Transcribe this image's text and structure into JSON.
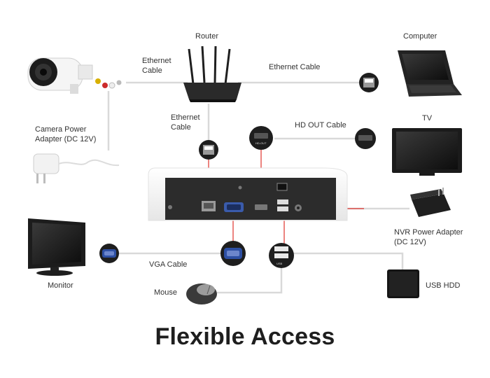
{
  "labels": {
    "router": "Router",
    "computer": "Computer",
    "ethernet_cable_left_line1": "Ethernet",
    "ethernet_cable_left_line2": "Cable",
    "ethernet_cable_right": "Ethernet Cable",
    "ethernet_cable_mid_line1": "Ethernet",
    "ethernet_cable_mid_line2": "Cable",
    "tv": "TV",
    "hd_out_cable": "HD OUT Cable",
    "camera_power_line1": "Camera Power",
    "camera_power_line2": "Adapter (DC 12V)",
    "nvr_power_line1": "NVR Power Adapter",
    "nvr_power_line2": "(DC 12V)",
    "vga_cable": "VGA Cable",
    "monitor": "Monitor",
    "mouse": "Mouse",
    "usb_hdd": "USB HDD",
    "usb_port": "USB",
    "hd_out_plug": "HD-OUT"
  },
  "caption": "Flexible Access",
  "colors": {
    "cable_gray": "#d9d9d9",
    "connector_red": "#e0322b",
    "device_dark": "#2a2a2a",
    "nvr_white": "#f3f3f3",
    "vga_blue": "#2d4fa3"
  }
}
